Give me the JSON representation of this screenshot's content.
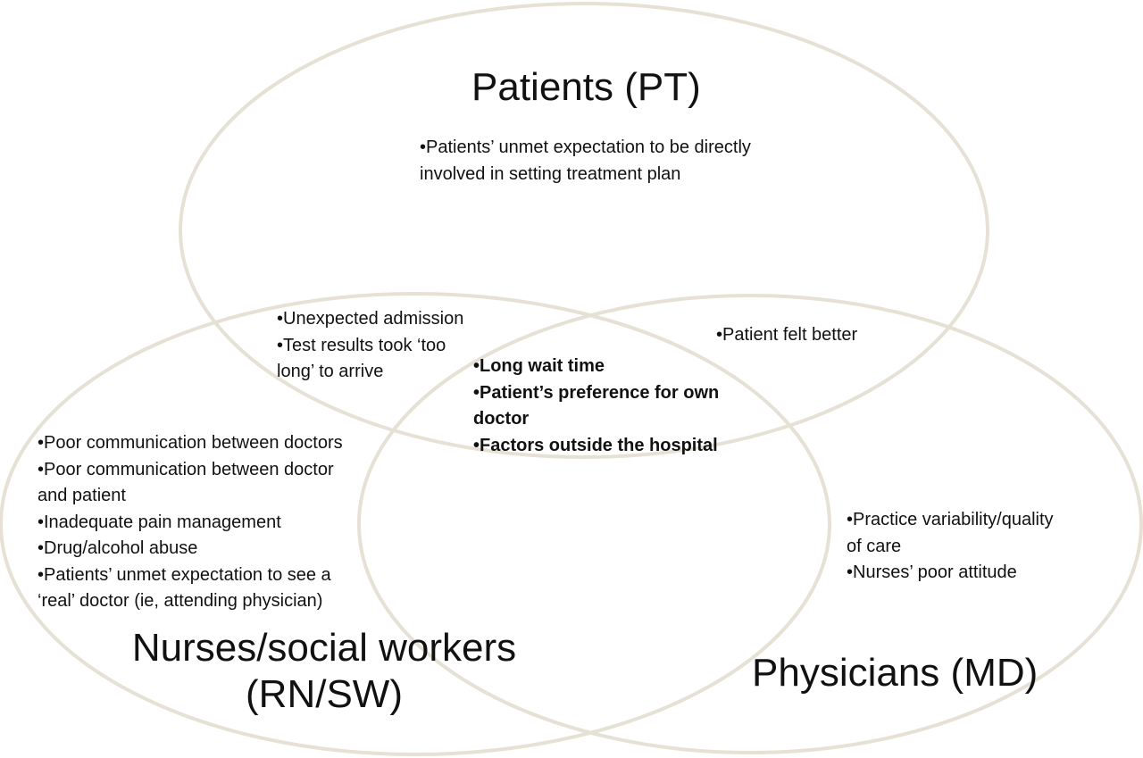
{
  "colors": {
    "circle_stroke": "#e6e1d5",
    "text": "#111111"
  },
  "circles": {
    "patients": {
      "title": "Patients (PT)"
    },
    "nurses": {
      "title_lines": [
        "Nurses/social workers",
        "(RN/SW)"
      ]
    },
    "physicians": {
      "title": "Physicians (MD)"
    }
  },
  "regions": {
    "patients_only": [
      "•Patients’ unmet expectation to be directly",
      "involved in setting treatment plan"
    ],
    "patients_nurses": [
      "•Unexpected admission",
      "•Test results took  ‘too",
      "long’ to arrive"
    ],
    "patients_physicians": [
      "•Patient felt better"
    ],
    "all_three": [
      "•Long wait time",
      "•Patient’s preference for own",
      "doctor",
      "•Factors outside the hospital"
    ],
    "nurses_only": [
      "•Poor communication between doctors",
      "•Poor communication between doctor",
      "and patient",
      "•Inadequate pain management",
      "•Drug/alcohol abuse",
      "•Patients’ unmet expectation to see a",
      "‘real’ doctor (ie, attending physician)"
    ],
    "physicians_only": [
      "•Practice variability/quality",
      "of care",
      "•Nurses’ poor attitude"
    ]
  }
}
